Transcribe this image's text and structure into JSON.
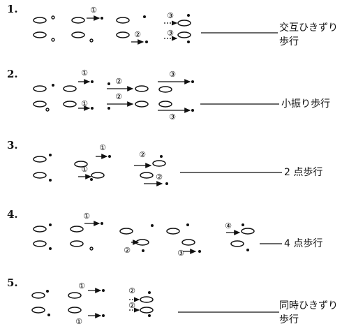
{
  "patterns": [
    {
      "number": "1.",
      "label_lines": [
        "交互ひきずり",
        "歩行"
      ]
    },
    {
      "number": "2.",
      "label_lines": [
        "小振り歩行"
      ]
    },
    {
      "number": "3.",
      "label_lines": [
        "2 点歩行"
      ]
    },
    {
      "number": "4.",
      "label_lines": [
        "4 点歩行"
      ]
    },
    {
      "number": "5.",
      "label_lines": [
        "同時ひきずり",
        "歩行"
      ]
    }
  ],
  "step_markers": [
    "①",
    "②",
    "③",
    "④"
  ]
}
